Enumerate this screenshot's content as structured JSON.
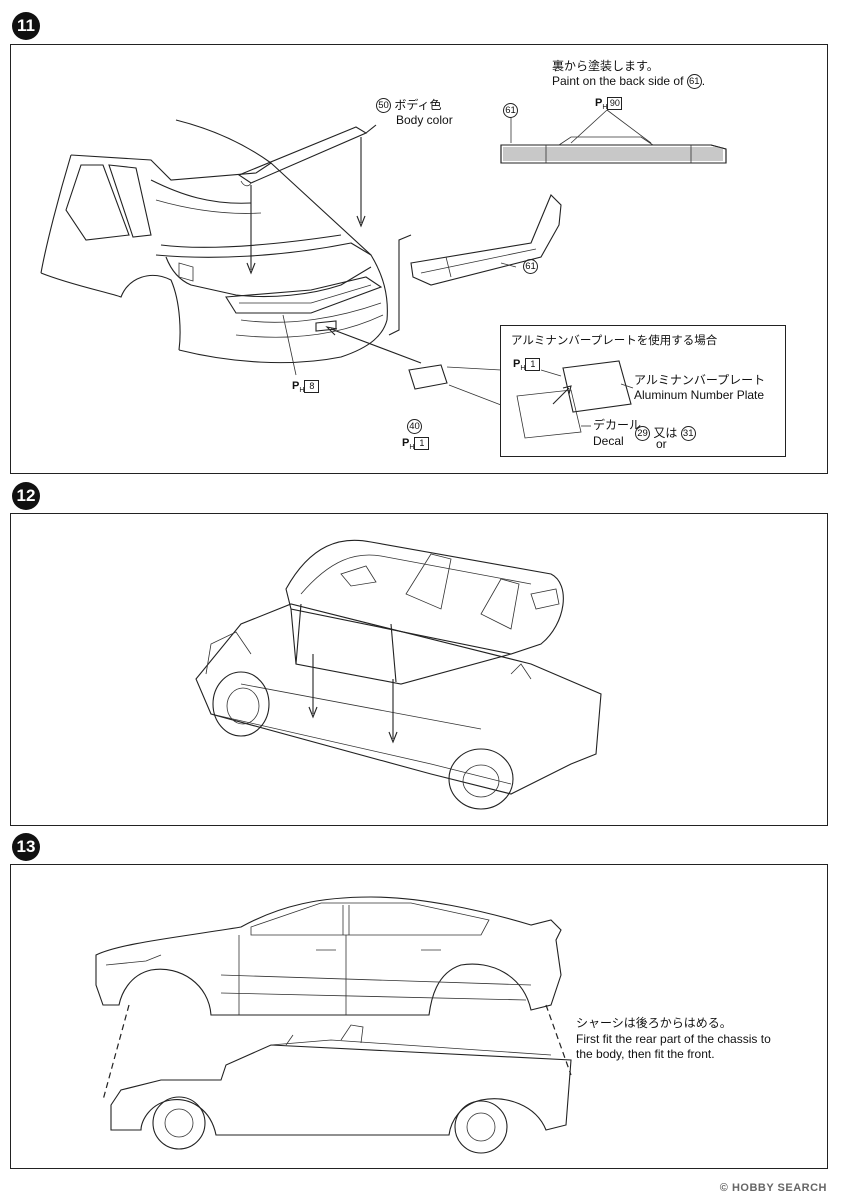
{
  "steps": {
    "s11": "11",
    "s12": "12",
    "s13": "13"
  },
  "step11": {
    "back_note_jp": "裏から塗装します。",
    "back_note_en": "Paint on the back side of",
    "back_note_part": "61",
    "back_note_end": ".",
    "part61_top": "61",
    "part61_bottom": "61",
    "ph90": "90",
    "part50": "50",
    "body_color_jp": "ボディ色",
    "body_color_en": "Body color",
    "ph8": "8",
    "part40": "40",
    "ph1": "1",
    "inset": {
      "title": "アルミナンバープレートを使用する場合",
      "ph1": "1",
      "plate_jp": "アルミナンバープレート",
      "plate_en": "Aluminum Number Plate",
      "decal_jp": "デカール",
      "decal_en": "Decal",
      "decal_a": "29",
      "or_jp": "又は",
      "or_en": "or",
      "decal_b": "31"
    }
  },
  "step13": {
    "note_jp": "シャーシは後ろからはめる。",
    "note_en_1": "First fit the rear part of the chassis to",
    "note_en_2": "the body, then fit the front."
  },
  "ph_letter": "P",
  "ph_sub": "H",
  "watermark": "HOBBY SEARCH"
}
